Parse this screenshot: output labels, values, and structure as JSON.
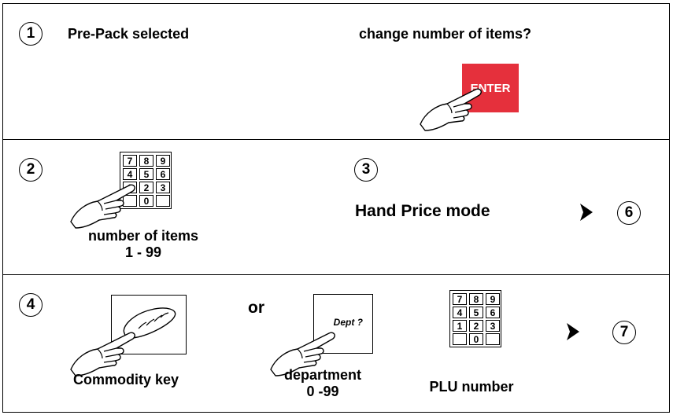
{
  "steps": {
    "s1": "1",
    "s2": "2",
    "s3": "3",
    "s4": "4",
    "s6": "6",
    "s7": "7"
  },
  "row1": {
    "left_label": "Pre-Pack selected",
    "right_label": "change number of items?",
    "enter_key": "ENTER"
  },
  "row2": {
    "keypad": [
      "7",
      "8",
      "9",
      "4",
      "5",
      "6",
      "1",
      "2",
      "3",
      "",
      "0",
      ""
    ],
    "items_label": "number of items",
    "items_range": "1 - 99",
    "mode_label": "Hand Price mode"
  },
  "row3": {
    "commodity_label": "Commodity key",
    "or_label": "or",
    "dept_key": "Dept ?",
    "dept_label": "department",
    "dept_range": "0 -99",
    "keypad": [
      "7",
      "8",
      "9",
      "4",
      "5",
      "6",
      "1",
      "2",
      "3",
      "",
      "0",
      ""
    ],
    "plu_label": "PLU number"
  },
  "colors": {
    "enter_key": "#e5303c",
    "border": "#000000"
  },
  "icons": [
    "pointing-hand-icon",
    "keypad-icon",
    "bread-icon",
    "arrow-right-icon"
  ]
}
